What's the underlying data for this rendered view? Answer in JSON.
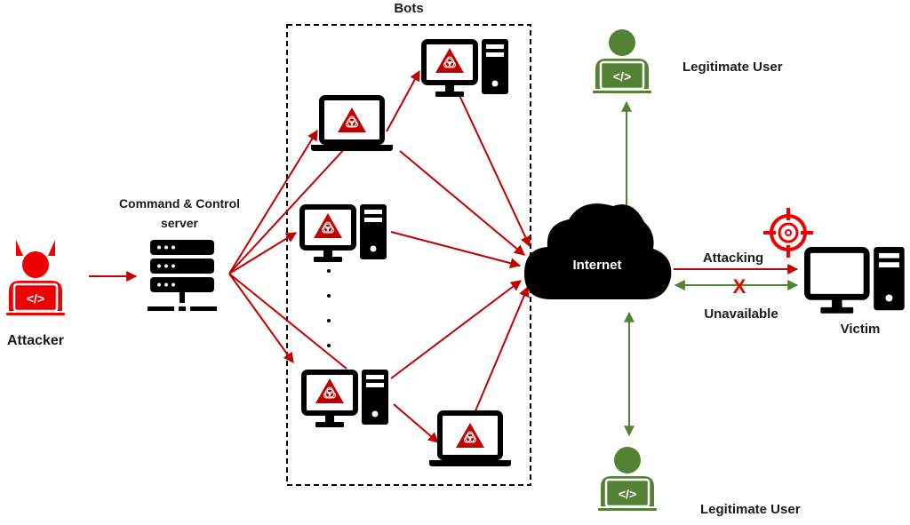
{
  "title": "Botnet DDoS attack diagram",
  "colors": {
    "attack": "#c00000",
    "attacker": "#ee0000",
    "legit": "#548235",
    "device": "#000000",
    "cloud": "#000000"
  },
  "labels": {
    "attacker": "Attacker",
    "cnc_line1": "Command & Control",
    "cnc_line2": "server",
    "bots": "Bots",
    "internet": "Internet",
    "attacking": "Attacking",
    "unavailable": "Unavailable",
    "victim": "Victim",
    "legit_user_top": "Legitimate User",
    "legit_user_bottom": "Legitimate User",
    "blocked_mark": "X"
  },
  "nodes": {
    "attacker": {
      "icon": "hacker-devil-icon"
    },
    "cnc": {
      "icon": "server-rack-icon"
    },
    "bots": [
      {
        "type": "desktop",
        "icon": "infected-desktop-icon"
      },
      {
        "type": "laptop",
        "icon": "infected-laptop-icon"
      },
      {
        "type": "desktop",
        "icon": "infected-desktop-icon"
      },
      {
        "type": "desktop",
        "icon": "infected-desktop-icon"
      },
      {
        "type": "laptop",
        "icon": "infected-laptop-icon"
      }
    ],
    "internet": {
      "icon": "cloud-icon"
    },
    "victim": {
      "icon": "desktop-icon",
      "badge": "target-icon"
    },
    "users": [
      {
        "icon": "user-laptop-icon"
      },
      {
        "icon": "user-laptop-icon"
      }
    ]
  }
}
